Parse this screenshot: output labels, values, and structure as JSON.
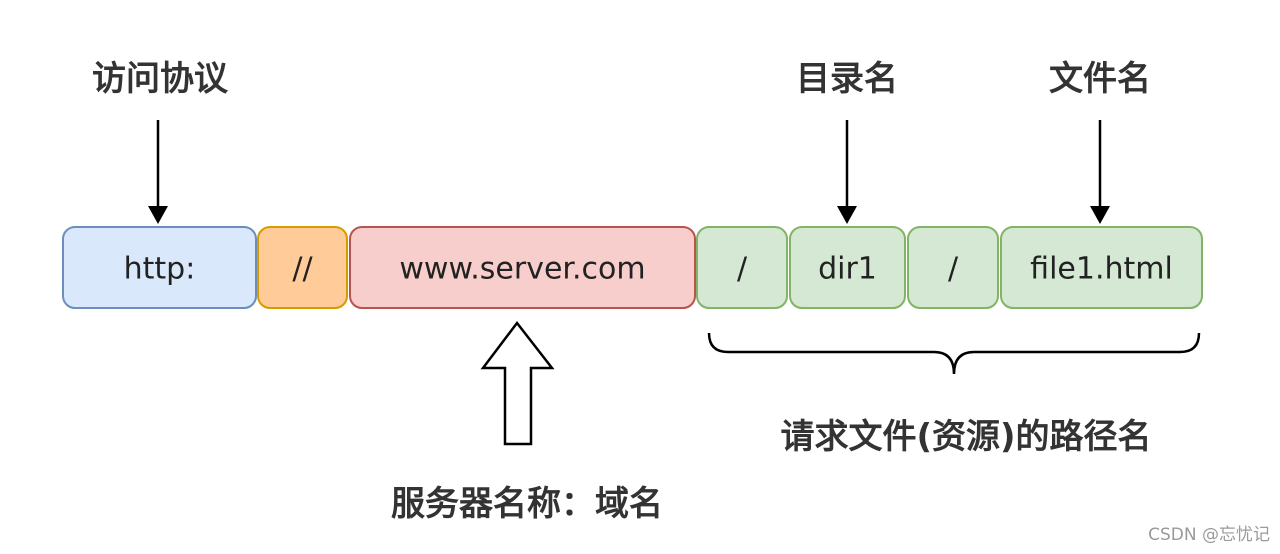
{
  "labels": {
    "protocol": "访问协议",
    "directory": "目录名",
    "filename": "文件名",
    "path": "请求文件(资源)的路径名",
    "server": "服务器名称：域名"
  },
  "segments": [
    {
      "text": "http:",
      "color": "#dae8fc",
      "border": "#6c8ebf"
    },
    {
      "text": "//",
      "color": "#ffcc99",
      "border": "#d79b00"
    },
    {
      "text": "www.server.com",
      "color": "#f8cecc",
      "border": "#b85450"
    },
    {
      "text": "/",
      "color": "#d5e8d4",
      "border": "#82b366"
    },
    {
      "text": "dir1",
      "color": "#d5e8d4",
      "border": "#82b366"
    },
    {
      "text": "/",
      "color": "#d5e8d4",
      "border": "#82b366"
    },
    {
      "text": "file1.html",
      "color": "#d5e8d4",
      "border": "#82b366"
    }
  ],
  "watermark": "CSDN @忘忧记"
}
